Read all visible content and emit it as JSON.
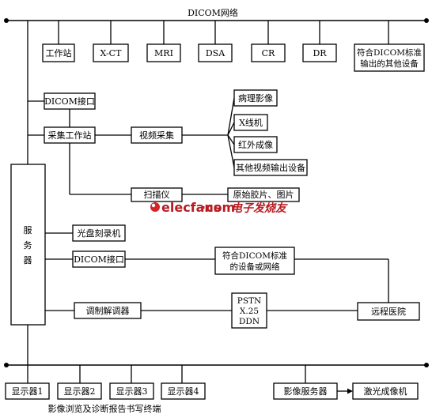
{
  "diagram": {
    "network_label": "DICOM网络",
    "top_devices": [
      "工作站",
      "X-CT",
      "MRI",
      "DSA",
      "CR",
      "DR"
    ],
    "top_other_line1": "符合DICOM标准",
    "top_other_line2": "输出的其他设备",
    "dicom_interface_1": "DICOM接口",
    "capture_workstation": "采集工作站",
    "video_capture": "视频采集",
    "video_sources": [
      "病理影像",
      "X线机",
      "红外成像",
      "其他视频输出设备"
    ],
    "scanner": "扫描仪",
    "scanner_source": "原始胶片、图片",
    "server_chars": [
      "服",
      "务",
      "器"
    ],
    "cd_burner": "光盘刻录机",
    "dicom_interface_2": "DICOM接口",
    "dicom_device_line1": "符合DICOM标准",
    "dicom_device_line2": "的设备或网络",
    "modem": "调制解调器",
    "pstn_lines": [
      "PSTN",
      "X.25",
      "DDN"
    ],
    "remote_hospital": "远程医院",
    "displays": [
      "显示器1",
      "显示器2",
      "显示器3",
      "显示器4"
    ],
    "display_caption": "影像浏览及诊断报告书写终端",
    "image_server": "影像服务器",
    "laser_imager": "激光成像机"
  },
  "watermark": {
    "site": "elecfans",
    "dot_com": "·com",
    "cn": "电子发烧友"
  }
}
